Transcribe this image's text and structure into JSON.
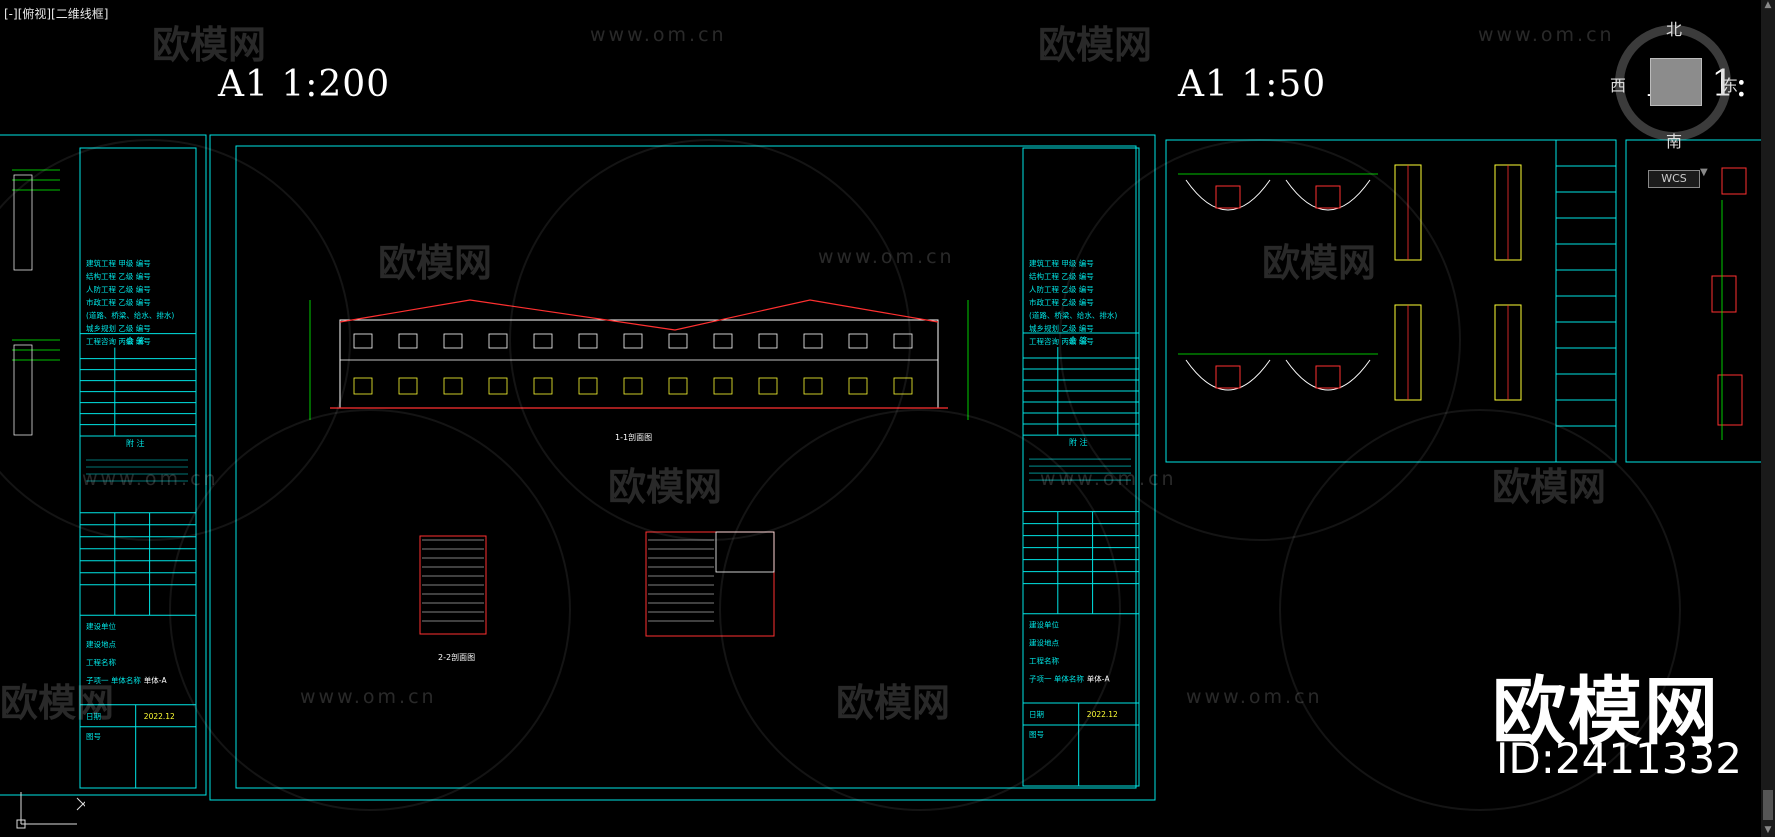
{
  "viewport": {
    "label": "[-][俯视][二维线框]"
  },
  "scales": {
    "left": "A1  1:200",
    "right": "A1  1:50",
    "far": "A1  1:"
  },
  "compass": {
    "north": "北",
    "south": "南",
    "west": "西",
    "east": "东"
  },
  "wcs": "WCS",
  "watermark": {
    "logo": "欧模网",
    "url": "www.om.cn"
  },
  "logo": {
    "name": "欧模网",
    "id": "ID:2411332"
  },
  "sheet": {
    "header_lines": [
      "建筑工程  甲级  编号",
      "结构工程  乙级  编号",
      "人防工程  乙级  编号",
      "市政工程  乙级  编号",
      "(道路、桥梁、给水、排水)",
      "城乡规划  乙级  编号",
      "工程咨询  丙级  编号"
    ],
    "seal_title": "会  签",
    "notes_title": "附  注",
    "fields": [
      "建设单位",
      "建设地点",
      "工程名称",
      "子项一 单体名称"
    ],
    "sub_name": "单体-A",
    "date_label": "日期",
    "date_value": "2022.12",
    "sheet_no_label": "图号",
    "drawing_main": "1-1剖面图",
    "drawing_sec2": "2-2剖面图"
  },
  "colors": {
    "frame": "#00e5e5",
    "geometry": "#ffffff",
    "dims": "#00ff00",
    "accent": "#ff3030",
    "yellow": "#ffff33"
  }
}
